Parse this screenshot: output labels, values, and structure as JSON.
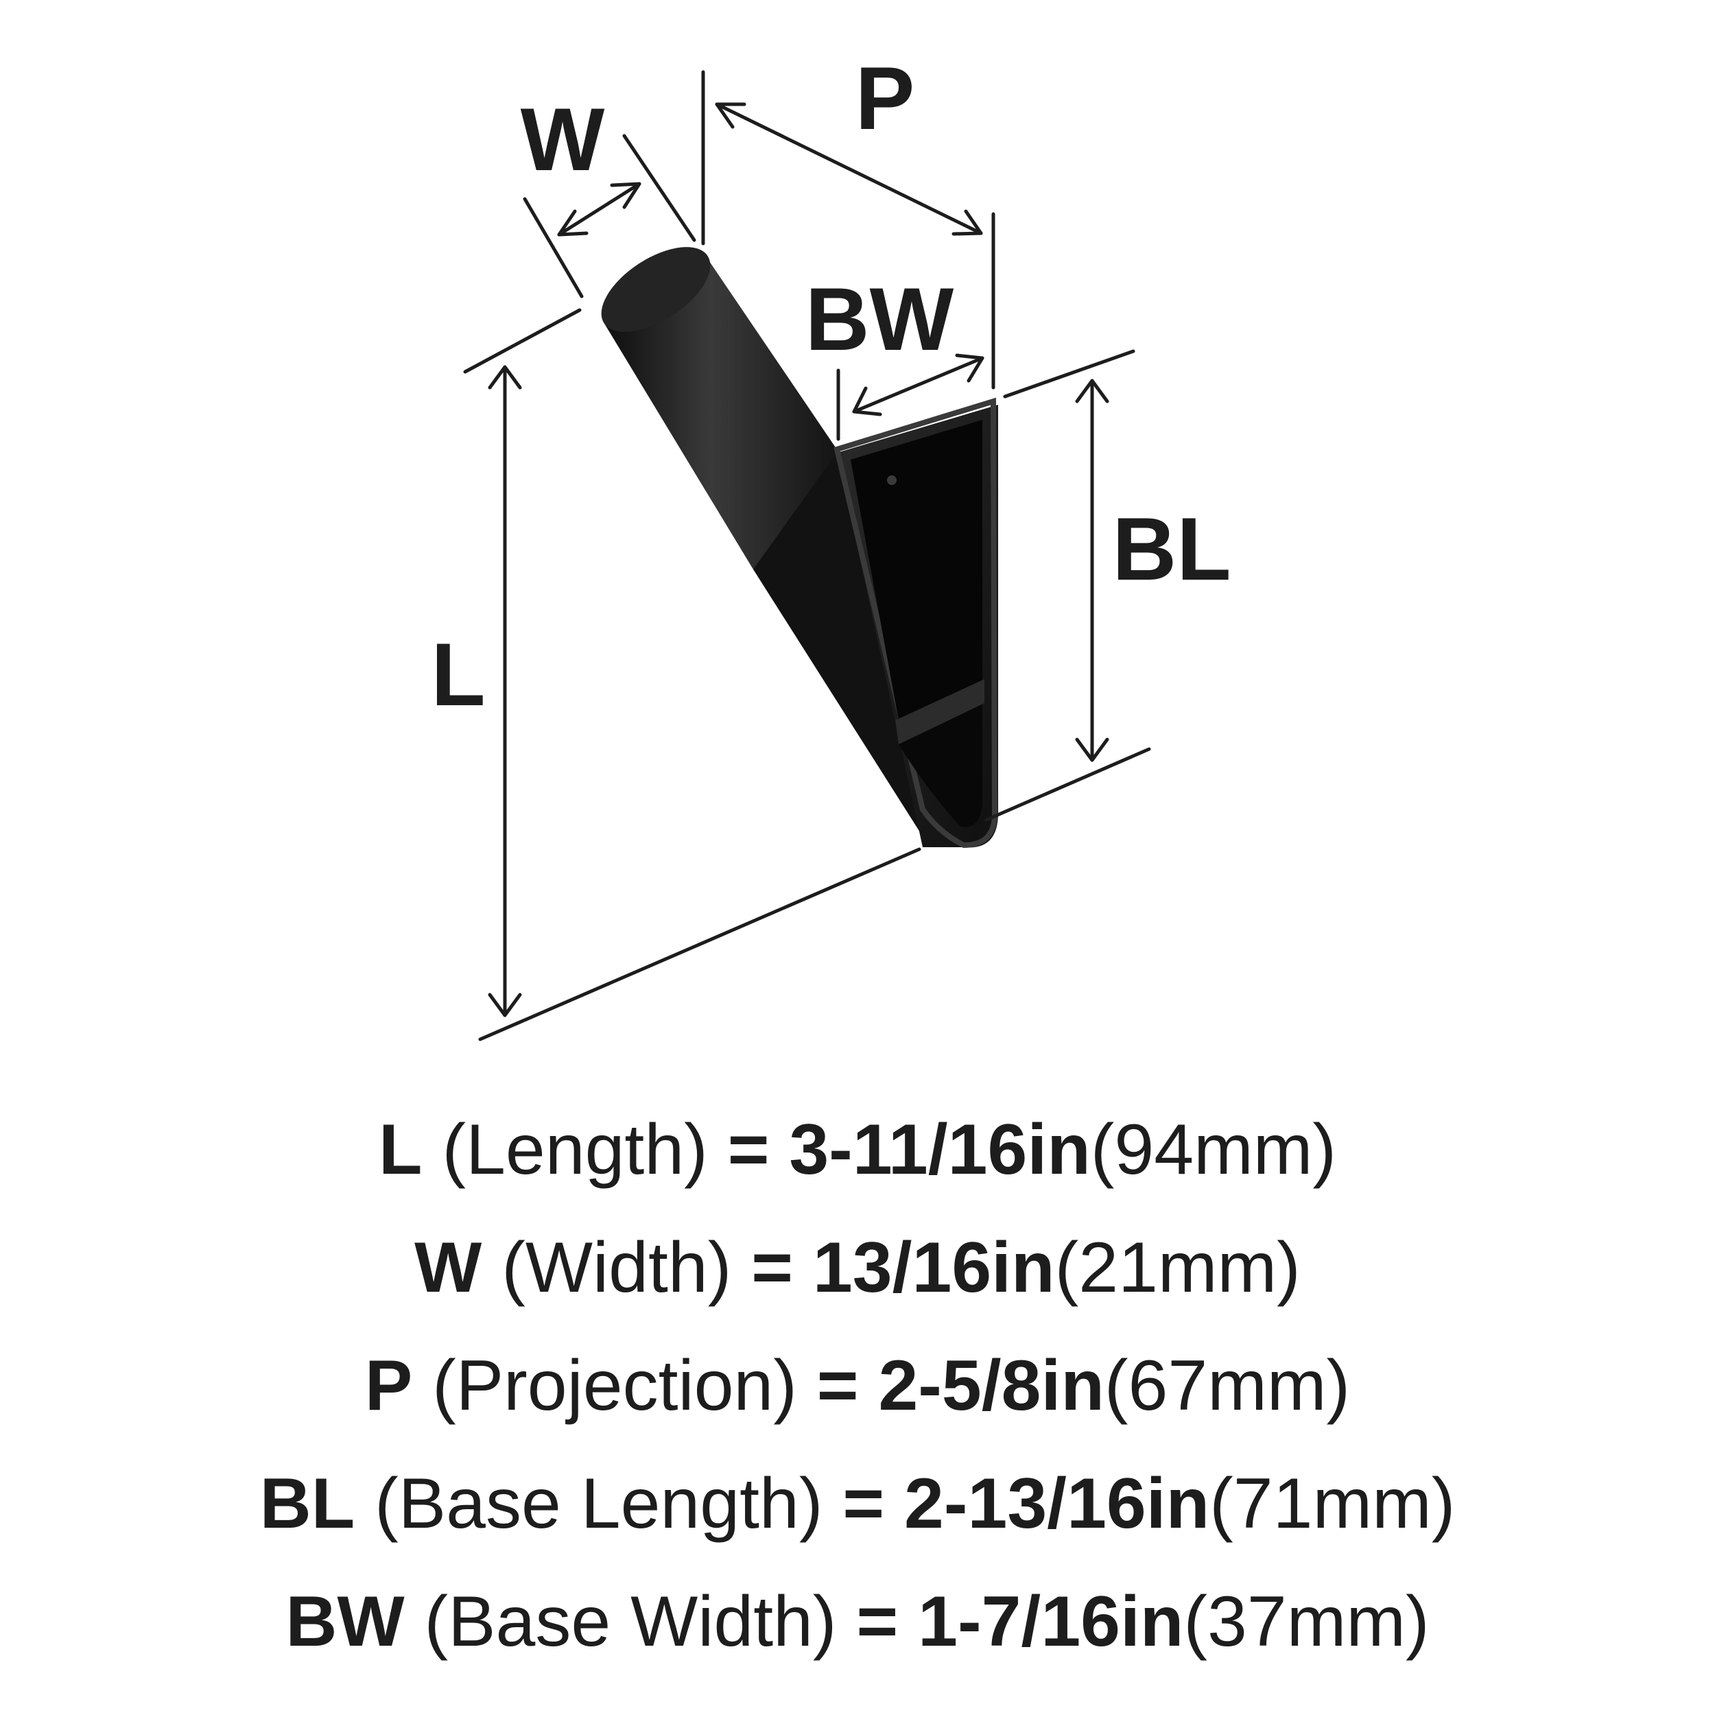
{
  "diagram": {
    "labels": {
      "W": "W",
      "P": "P",
      "BW": "BW",
      "BL": "BL",
      "L": "L"
    },
    "colors": {
      "ink": "#1d1d1d",
      "product": "#151515",
      "product_highlight": "#3a3a3a"
    }
  },
  "specs": [
    {
      "abbr": "L",
      "name": "(Length)",
      "eq": "=",
      "imperial": "3-11/16in",
      "metric": "(94mm)"
    },
    {
      "abbr": "W",
      "name": "(Width)",
      "eq": "=",
      "imperial": "13/16in",
      "metric": "(21mm)"
    },
    {
      "abbr": "P",
      "name": "(Projection)",
      "eq": "=",
      "imperial": "2-5/8in",
      "metric": "(67mm)"
    },
    {
      "abbr": "BL",
      "name": "(Base Length)",
      "eq": "=",
      "imperial": "2-13/16in",
      "metric": "(71mm)"
    },
    {
      "abbr": "BW",
      "name": "(Base Width)",
      "eq": "=",
      "imperial": "1-7/16in",
      "metric": "(37mm)"
    }
  ]
}
